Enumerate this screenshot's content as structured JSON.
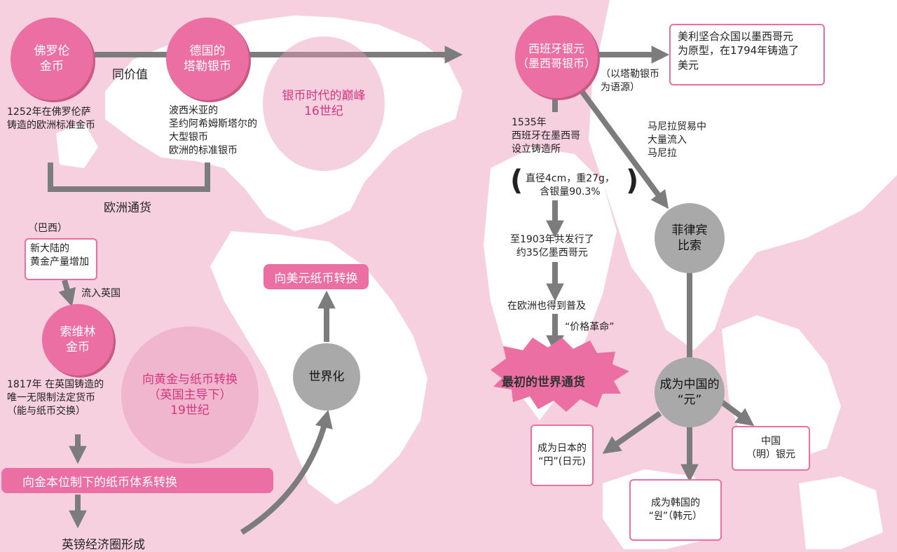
{
  "nodes": {
    "florin": "佛罗伦\n金币",
    "thaler": "德国的\n塔勒银币",
    "silver_peak": "银币时代的巅峰\n16世纪",
    "spanish_silver": "西班牙银元\n（墨西哥银币）",
    "philippine_peso": "菲律宾\n比索",
    "chinese_yuan": "成为中国的\n“元”",
    "sovereign": "索维林\n金币",
    "gold_paper": "向黄金与纸币转换\n（英国主导下）\n19世纪",
    "globalization": "世界化"
  },
  "labels": {
    "same_value": "同价值",
    "florin_desc": "1252年在佛罗伦萨\n铸造的欧洲标准金币",
    "thaler_desc": "波西米亚的\n圣约阿希姆斯塔尔的\n大型银币\n欧洲的标准银币",
    "euro_currency": "欧洲通货",
    "brazil": "（巴西）",
    "inflow_uk": "流入英国",
    "sovereign_desc": "1817年 在英国铸造的\n唯一无限制法定货币\n（能与纸币交换）",
    "sterling_area": "英镑经济圈形成",
    "thaler_origin": "（以塔勒银币\n为语源）",
    "mint_1535": "1535年\n西班牙在墨西哥\n设立铸造所",
    "manila_trade": "马尼拉贸易中\n大量流入\n马尼拉",
    "specs": "直径4cm，重27g，\n含银量90.3%",
    "issued_1903": "至1903年共发行了\n约35亿墨西哥元",
    "europe_spread": "在欧洲也得到普及",
    "price_revolution": "“价格革命”",
    "first_world_currency": "最初的世界通货"
  },
  "boxes": {
    "new_world_gold": "新大陆的\n黄金产量增加",
    "us_dollar": "美利坚合众国以墨西哥元\n为原型，在1794年铸造了\n美元",
    "japan_yen": "成为日本的\n“円”(日元)",
    "china_ming": "中国\n（明）银元",
    "korea_won": "成为韩国的\n“원”（韩元）"
  },
  "bars": {
    "gold_standard": "向金本位制下的纸币体系转换",
    "usd_paper": "向美元纸币转换"
  },
  "colors": {
    "background": "#f6d0df",
    "pink": "#eb6fa2",
    "gray": "#a9a9a9",
    "arrow": "#7c7c7c"
  }
}
